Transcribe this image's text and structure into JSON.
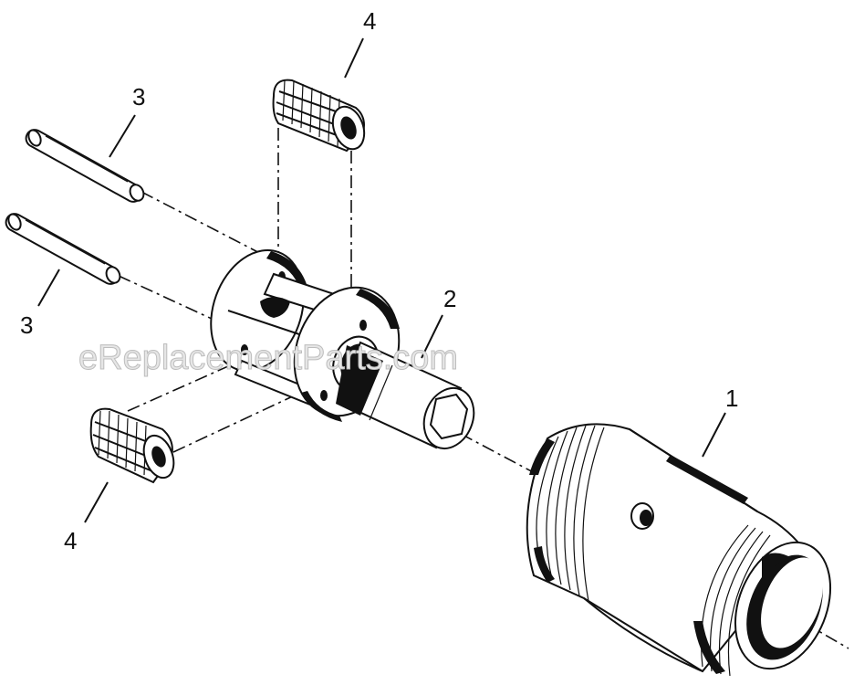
{
  "watermark": "eReplacementParts.com",
  "callouts": {
    "part_1": "1",
    "part_2": "2",
    "part_3_upper": "3",
    "part_3_lower": "3",
    "part_4_upper": "4",
    "part_4_lower": "4"
  },
  "colors": {
    "ink": "#111111",
    "paper": "#ffffff",
    "watermark": "#bdbdbd"
  }
}
